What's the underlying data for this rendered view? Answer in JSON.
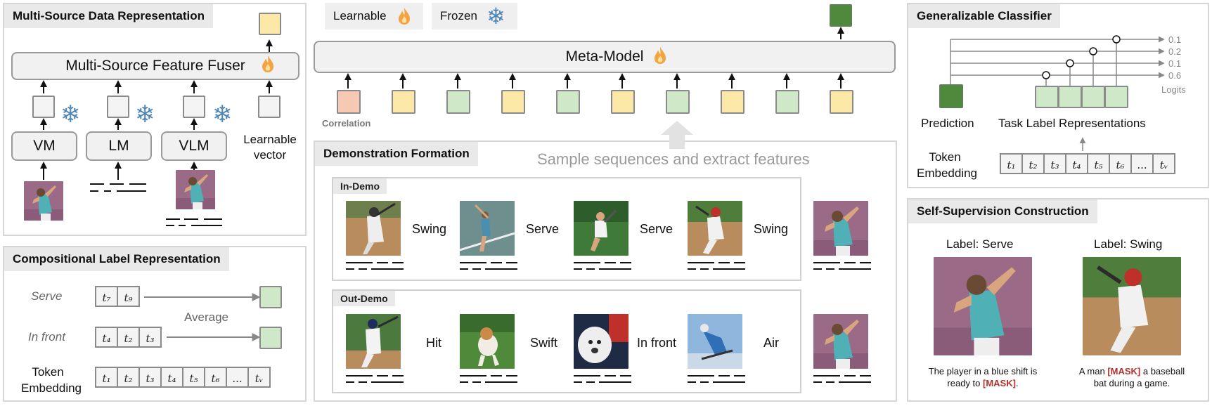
{
  "legend": {
    "learnable": "Learnable",
    "frozen": "Frozen"
  },
  "msdr": {
    "title": "Multi-Source Data Representation",
    "fuser": "Multi-Source Feature Fuser",
    "vm": "VM",
    "lm": "LM",
    "vlm": "VLM",
    "learnable_vector_1": "Learnable",
    "learnable_vector_2": "vector"
  },
  "clr": {
    "title": "Compositional Label Representation",
    "serve": "Serve",
    "in_front": "In front",
    "average": "Average",
    "token_1": "Token",
    "token_2": "Embedding",
    "serve_tokens": [
      "t₇",
      "t₉"
    ],
    "front_tokens": [
      "t₄",
      "t₂",
      "t₃"
    ],
    "all_tokens": [
      "t₁",
      "t₂",
      "t₃",
      "t₄",
      "t₅",
      "t₆",
      "...",
      "tᵥ"
    ]
  },
  "meta": {
    "model": "Meta-Model",
    "correlation": "Correlation",
    "sample": "Sample sequences and extract features"
  },
  "demo": {
    "title": "Demonstration Formation",
    "in_tag": "In-Demo",
    "out_tag": "Out-Demo",
    "in_labels": [
      "Swing",
      "Serve",
      "Serve",
      "Swing"
    ],
    "out_labels": [
      "Hit",
      "Swift",
      "In front",
      "Air"
    ]
  },
  "gc": {
    "title": "Generalizable Classifier",
    "prediction": "Prediction",
    "task_label": "Task Label Representations",
    "token_1": "Token",
    "token_2": "Embedding",
    "logits": "Logits",
    "logit_values": [
      "0.1",
      "0.2",
      "0.1",
      "0.6"
    ],
    "tokens": [
      "t₁",
      "t₂",
      "t₃",
      "t₄",
      "t₅",
      "t₆",
      "...",
      "tᵥ"
    ]
  },
  "ssc": {
    "title": "Self-Supervision Construction",
    "label_left": "Label: Serve",
    "label_right": "Label: Swing",
    "cap_left_1": "The player in a blue shift is",
    "cap_left_2": "ready to ",
    "cap_mask": "[MASK]",
    "cap_left_end": ".",
    "cap_right_1": "A man ",
    "cap_right_2": " a baseball",
    "cap_right_3": "bat during a game."
  },
  "colors": {
    "yellow": "#fde9a7",
    "green": "#cfe8c8",
    "peach": "#f6c9b3",
    "dark_green": "#4f8a3c",
    "mask_red": "#b3312c",
    "snow_blue": "#4f86b8"
  }
}
